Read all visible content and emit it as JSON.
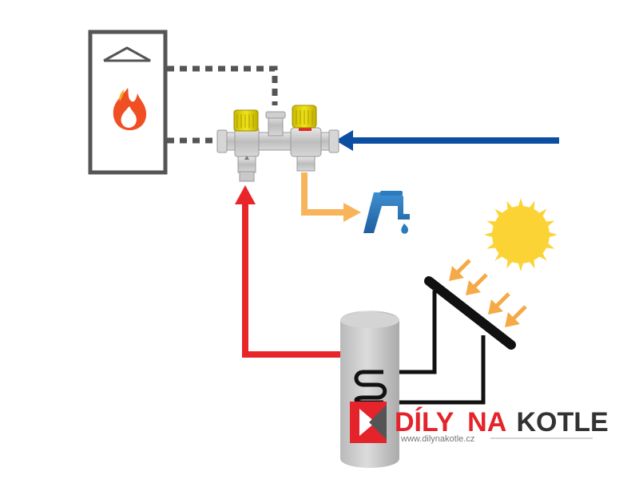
{
  "diagram": {
    "elements": [
      {
        "name": "boiler",
        "icon": "flame-icon"
      },
      {
        "name": "thermostatic-mixing-valve",
        "icon": "valve-icon"
      },
      {
        "name": "mixing-valve",
        "icon": "valve-icon"
      },
      {
        "name": "faucet",
        "icon": "faucet-icon"
      },
      {
        "name": "sun",
        "icon": "sun-icon"
      },
      {
        "name": "solar-collector",
        "icon": "solar-panel-icon"
      },
      {
        "name": "storage-tank",
        "icon": "tank-icon"
      }
    ],
    "colors": {
      "cold_water": "#0b4ea2",
      "hot_water": "#e8262a",
      "mixed_water": "#f7b45b",
      "solar_loop": "#111111",
      "boiler_link": "#555555",
      "sun": "#fcd335",
      "sun_rays": "#f5a947",
      "faucet": "#2b7bbf",
      "tank": "#c7c7c7",
      "valve_cap": "#e8d400"
    }
  },
  "logo": {
    "part1": "DÍLY",
    "part2": "NA",
    "part3": "KOTLE",
    "url": "www.dilynakotle.cz",
    "colors": {
      "brand_red": "#e4232a",
      "brand_dark": "#333333"
    }
  }
}
